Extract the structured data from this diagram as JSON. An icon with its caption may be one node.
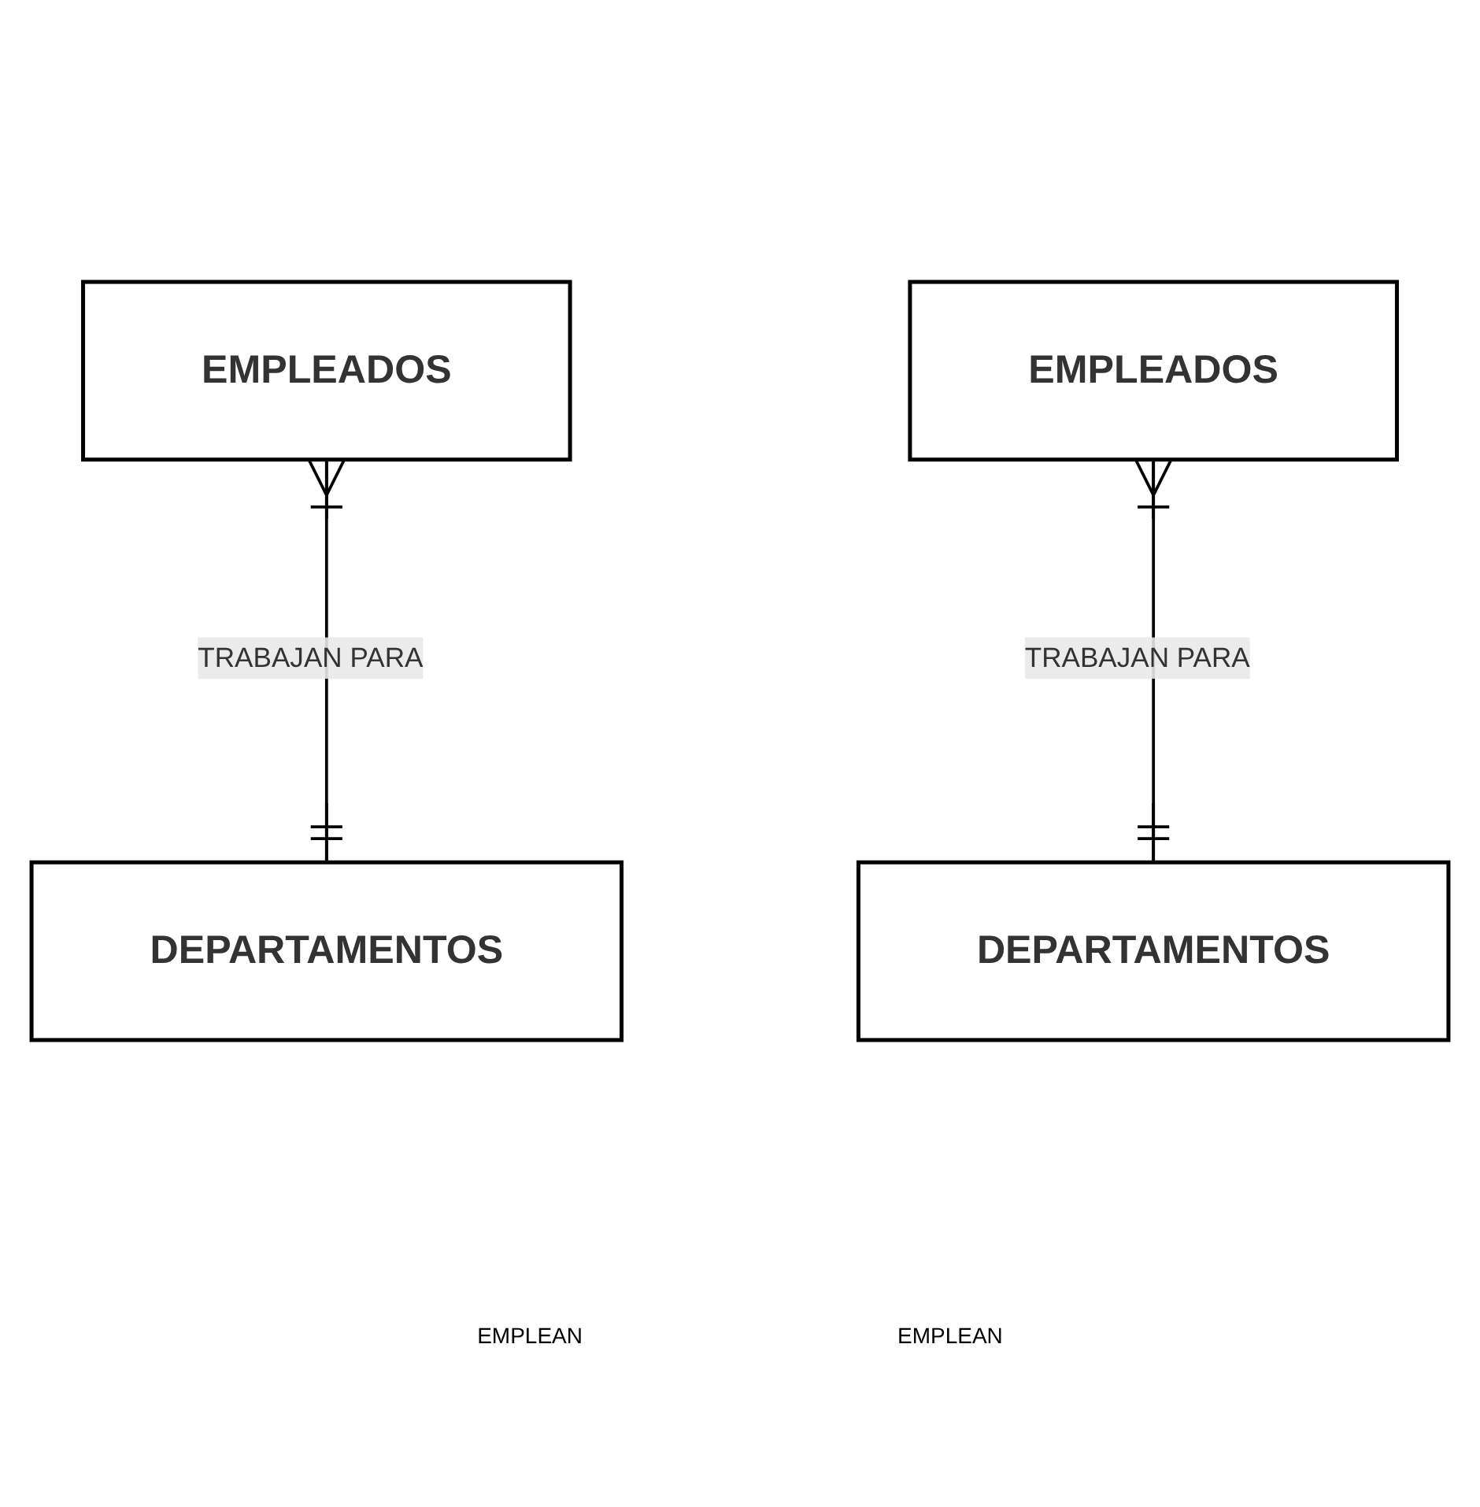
{
  "diagram": {
    "nodes": [
      {
        "text": [
          "EMPLEADOS"
        ]
      },
      {
        "text": [
          "DEPARTAMENTOS"
        ]
      },
      {
        "text": [
          "EMPLEADOS"
        ]
      },
      {
        "text": [
          "DEPARTAMENTOS"
        ]
      }
    ],
    "edges": [
      {
        "from": 0,
        "to": 1,
        "arrow": "other",
        "label": "TRABAJAN PARA"
      },
      {
        "from": 2,
        "to": 3,
        "arrow": "other",
        "label": "TRABAJAN PARA"
      }
    ],
    "labels": [
      "EMPLEAN",
      "EMPLEAN"
    ]
  }
}
